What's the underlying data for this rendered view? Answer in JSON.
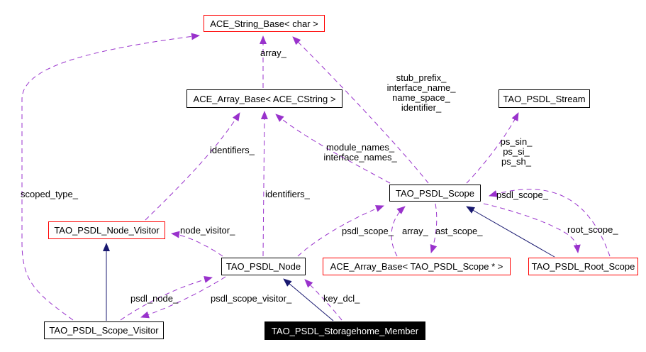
{
  "diagram_type": "collaboration-graph",
  "nodes": {
    "ace_string_base": {
      "label": "ACE_String_Base< char >"
    },
    "ace_array_base_cstring": {
      "label": "ACE_Array_Base< ACE_CString >"
    },
    "tao_psdl_stream": {
      "label": "TAO_PSDL_Stream"
    },
    "tao_psdl_scope": {
      "label": "TAO_PSDL_Scope"
    },
    "tao_psdl_node_visitor": {
      "label": "TAO_PSDL_Node_Visitor"
    },
    "tao_psdl_node": {
      "label": "TAO_PSDL_Node"
    },
    "ace_array_base_scope_ptr": {
      "label": "ACE_Array_Base< TAO_PSDL_Scope * >"
    },
    "tao_psdl_root_scope": {
      "label": "TAO_PSDL_Root_Scope"
    },
    "tao_psdl_scope_visitor": {
      "label": "TAO_PSDL_Scope_Visitor"
    },
    "tao_psdl_storagehome_member": {
      "label": "TAO_PSDL_Storagehome_Member"
    }
  },
  "edge_labels": {
    "scoped_type": "scoped_type_",
    "array_string": "array_",
    "stub_block": "stub_prefix_\ninterface_name_\nname_space_\nidentifier_",
    "identifiers_node_visitor": "identifiers_",
    "identifiers_node": "identifiers_",
    "module_block": "module_names_\ninterface_names_",
    "ps_block": "ps_sin_\nps_si_\nps_sh_",
    "psdl_scope_from_node": "psdl_scope_",
    "array_scope": "array_",
    "ast_scope": "ast_scope_",
    "psdl_scope_from_root": "psdl_scope_",
    "root_scope": "root_scope_",
    "node_visitor": "node_visitor_",
    "psdl_node": "psdl_node_",
    "psdl_scope_visitor": "psdl_scope_visitor_",
    "key_dcl": "key_dcl_"
  },
  "colors": {
    "usage_edge": "#9932cc",
    "inheritance_edge": "#191970",
    "external_node_border": "#ff0000",
    "node_border": "#000000",
    "focus_node_bg": "#000000",
    "focus_node_text": "#ffffff",
    "background": "#ffffff"
  }
}
